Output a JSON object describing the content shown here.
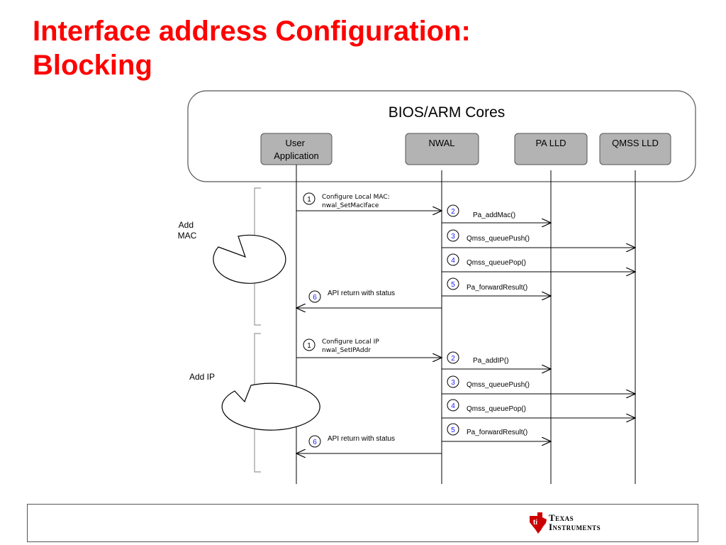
{
  "title_line1": "Interface address Configuration:",
  "title_line2": "Blocking",
  "container_title": "BIOS/ARM Cores",
  "components": {
    "user_app": [
      "User",
      "Application"
    ],
    "nwal": "NWAL",
    "pa_lld": "PA LLD",
    "qmss_lld": "QMSS LLD"
  },
  "callouts": {
    "mac": [
      "Add",
      "MAC"
    ],
    "ip": [
      "Add IP"
    ]
  },
  "mac_sequence": {
    "configure": [
      "Configure Local MAC:",
      "nwal_SetMacIface"
    ],
    "add": "Pa_addMac()",
    "push": "Qmss_queuePush()",
    "pop": "Qmss_queuePop()",
    "forward": "Pa_forwardResult()",
    "return": "API return with status"
  },
  "ip_sequence": {
    "configure": [
      "Configure Local IP",
      "nwal_SetIPAddr"
    ],
    "add": "Pa_addIP()",
    "push": "Qmss_queuePush()",
    "pop": "Qmss_queuePop()",
    "forward": "Pa_forwardResult()",
    "return": "API return with status"
  },
  "step_numbers": [
    "1",
    "2",
    "3",
    "4",
    "5",
    "6"
  ],
  "logo": {
    "line1": "Texas",
    "line2": "Instruments"
  },
  "colors": {
    "title": "#ff0000",
    "box_fill": "#b3b3b3",
    "logo_red": "#cc0000"
  }
}
